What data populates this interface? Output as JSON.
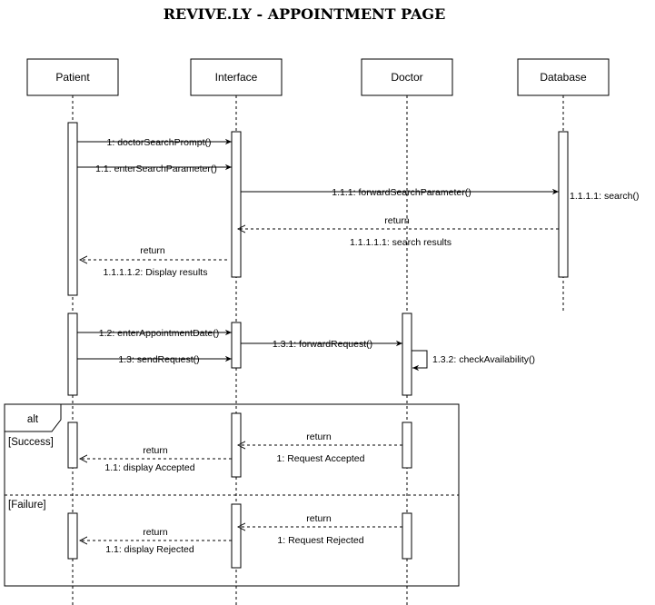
{
  "title": "REVIVE.LY - APPOINTMENT PAGE",
  "participants": {
    "patient": "Patient",
    "interface": "Interface",
    "doctor": "Doctor",
    "database": "Database"
  },
  "messages": {
    "m1": "1: doctorSearchPrompt()",
    "m11": "1.1: enterSearchParameter()",
    "m111": "1.1.1: forwardSearchParameter()",
    "m1111": "1.1.1.1: search()",
    "ret_db": "return",
    "m11111": "1.1.1.1.1: search results",
    "ret_if": "return",
    "m11112": "1.1.1.1.2: Display results",
    "m12": "1.2: enterAppointmentDate()",
    "m13": "1.3: sendRequest()",
    "m131": "1.3.1: forwardRequest()",
    "m132": "1.3.2: checkAvailability()"
  },
  "alt_frame": {
    "label": "alt",
    "success_guard": "[Success]",
    "success_return_doc": "return",
    "success_doc_msg": "1: Request Accepted",
    "success_return_if": "return",
    "success_if_msg": "1.1: display Accepted",
    "failure_guard": "[Failure]",
    "failure_return_doc": "return",
    "failure_doc_msg": "1: Request Rejected",
    "failure_return_if": "return",
    "failure_if_msg": "1.1: display Rejected"
  }
}
